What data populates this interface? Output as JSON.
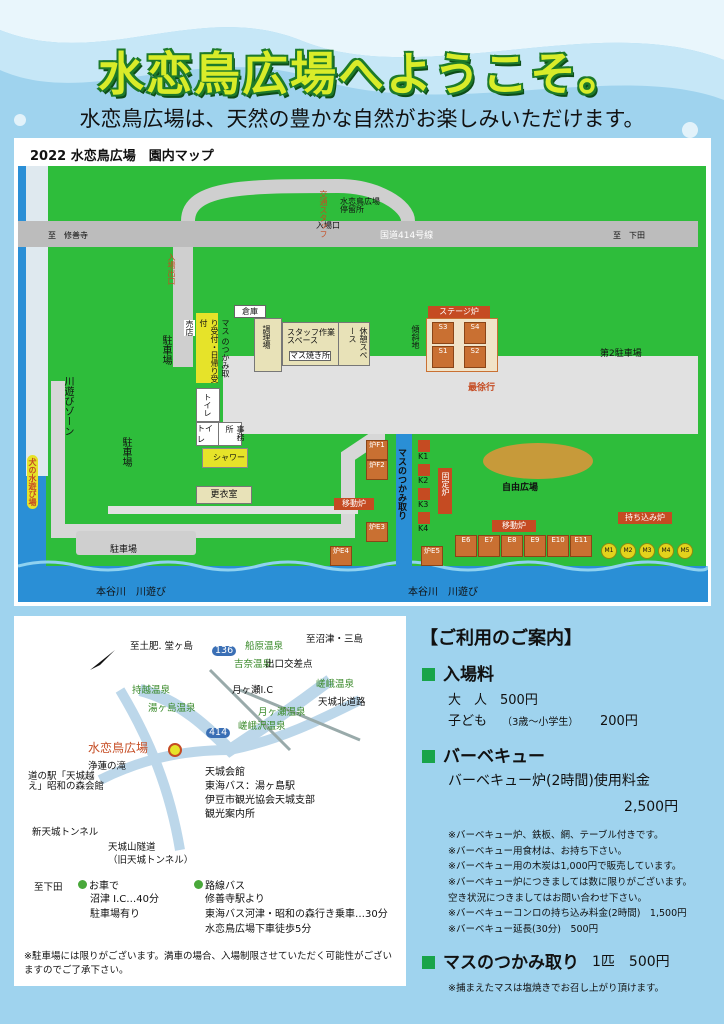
{
  "header": {
    "title": "水恋鳥広場へようこそ。",
    "subtitle": "水恋鳥広場は、天然の豊かな自然がお楽しみいただけます。"
  },
  "map": {
    "caption": "2022 水恋鳥広場　園内マップ",
    "road_name": "国道414号線",
    "road_left": "至　修善寺",
    "road_right": "至　下田",
    "entrance": "入場口",
    "staff": "交通スタッフ",
    "stop": "水恋鳥広場停留所",
    "exit": "入場出口",
    "parking1": "駐車場",
    "parking_vertical": "駐車場",
    "parking2": "第2駐車場",
    "parking_main": "駐車場",
    "river_zone": "川遊びゾーン",
    "dog_area": "犬の水遊び場",
    "shop": "売店",
    "masu_reception": "マス のつかみ取り受付・日帰り受付",
    "warehouse": "倉庫",
    "kitchen": "調理場",
    "staff_space": "スタッフ作業スペース",
    "rest_space": "休憩スペース",
    "masu_sale": "マス焼き所",
    "toilet1": "トイレ",
    "toilet2": "トイレ",
    "office": "事務所",
    "shower": "シャワー",
    "changing": "更衣室",
    "stage_label": "ステージ炉",
    "s": [
      "S3",
      "S4",
      "S1",
      "S2"
    ],
    "mobile_furnace": "移動炉",
    "mobile_furnace2": "移動炉",
    "fixed_furnace": "固定炉",
    "carry_in": "持ち込み炉",
    "masu_catch": "マスのつかみ取り",
    "slow_zone": "最徐行",
    "free_plaza": "自由広場",
    "gradient_label": "傾斜地",
    "f": [
      "炉F1",
      "炉F2",
      "炉E3",
      "炉E4",
      "炉E5"
    ],
    "k": [
      "K1",
      "K2",
      "K3",
      "K4"
    ],
    "e_units": [
      "E6",
      "E7",
      "E8",
      "E9",
      "E10",
      "E11"
    ],
    "m_units": [
      "M1",
      "M2",
      "M3",
      "M4",
      "M5"
    ],
    "river_left": "本谷川　川遊び",
    "river_right": "本谷川　川遊び"
  },
  "access": {
    "to_tsuchi": "至土肥. 堂ヶ島",
    "to_numazu": "至沼津・三島",
    "road136": "136",
    "road414": "414",
    "funabara": "船原温泉",
    "yoshina": "吉奈温泉",
    "exit_point": "出口交差点",
    "kamogawa": "嵯峨温泉",
    "mochikoshi": "持越温泉",
    "tsukigase": "月ヶ瀬I.C",
    "amagi_road": "天城北道路",
    "yugashima": "湯ヶ島温泉",
    "tsukigase_onsen": "月ヶ瀬温泉",
    "sagasawa": "嵯峨沢温泉",
    "spot": "水恋鳥広場",
    "joren": "浄蓮の滝",
    "michinoeki": "道の駅「天城越え」昭和の森会館",
    "amagi_kaikan": "天城会館",
    "bus_stop": "東海バス：湯ヶ島駅",
    "kanko1": "伊豆市観光協会天城支部",
    "kanko2": "観光案内所",
    "shin_tunnel": "新天城トンネル",
    "amagi_tunnel": "天城山隧道",
    "old_tunnel": "（旧天城トンネル）",
    "shimoda": "至下田",
    "car_title": "お車で",
    "car1": "沼津 I.C…40分",
    "car2": "駐車場有り",
    "bus_title": "路線バス",
    "bus1": "修善寺駅より",
    "bus2": "東海バス河津・昭和の森行き乗車…30分",
    "bus3": "水恋鳥広場下車徒歩5分",
    "note": "※駐車場には限りがございます。満車の場合、入場制限させていただく可能性がございますのでご了承下さい。"
  },
  "info": {
    "title": "【ご利用のご案内】",
    "entry": "入場料",
    "adult": "大　人　500円",
    "child": "子ども",
    "child_age": "（3歳〜小学生）",
    "child_price": "200円",
    "bbq": "バーベキュー",
    "bbq_fee": "バーベキュー炉(2時間)使用料金",
    "bbq_price": "2,500円",
    "notes": [
      "※バーベキュー炉、鉄板、網、テーブル付きです。",
      "※バーベキュー用食材は、お持ち下さい。",
      "※バーベキュー用の木炭は1,000円で販売しています。",
      "※バーベキュー炉につきましては数に限りがございます。",
      "空き状況につきましてはお問い合わせ下さい。",
      "※バーベキューコンロの持ち込み料金(2時間)　1,500円",
      "※バーベキュー延長(30分)　500円"
    ],
    "masu": "マスのつかみ取り",
    "masu_price": "1匹　500円",
    "masu_note": "※捕まえたマスは塩焼きでお召し上がり頂けます。"
  },
  "colors": {
    "green": "#2ebd3b",
    "gray": "#bbbbbb",
    "river": "#2a8fd6"
  }
}
